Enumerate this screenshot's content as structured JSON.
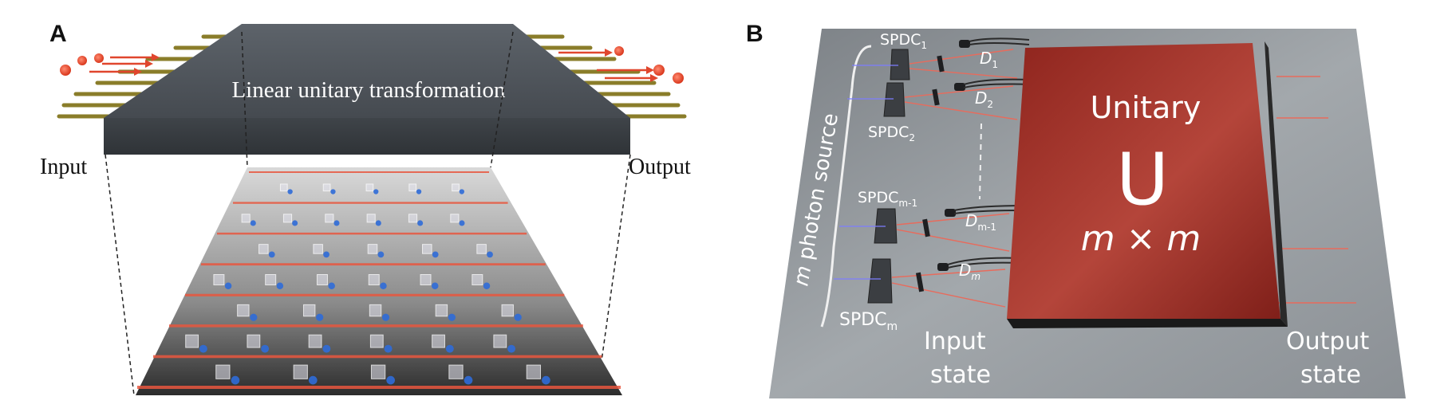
{
  "panel_a": {
    "letter": "A",
    "top_box_label": "Linear unitary transformation",
    "input_label": "Input",
    "output_label": "Output"
  },
  "panel_b": {
    "letter": "B",
    "source_label_m": "m",
    "source_label_text": "photon source",
    "sources": [
      {
        "base": "SPDC",
        "sub": "1"
      },
      {
        "base": "SPDC",
        "sub": "2"
      },
      {
        "base": "SPDC",
        "sub": "m-1"
      },
      {
        "base": "SPDC",
        "sub": "m"
      }
    ],
    "detectors": [
      {
        "base": "D",
        "sub": "1"
      },
      {
        "base": "D",
        "sub": "2"
      },
      {
        "base": "D",
        "sub": "m-1"
      },
      {
        "base": "D",
        "sub": "m"
      }
    ],
    "unitary_title": "Unitary",
    "unitary_symbol": "U",
    "unitary_dim": "m × m",
    "input_state_line1": "Input",
    "input_state_line2": "state",
    "output_state_line1": "Output",
    "output_state_line2": "state"
  },
  "colors": {
    "dark_slab": "#4b5056",
    "waveguide_red": "#e8573f",
    "photon_blue": "#2f6bd8",
    "unitary_red": "#9b2a22",
    "board_gray": "#8d9297"
  }
}
